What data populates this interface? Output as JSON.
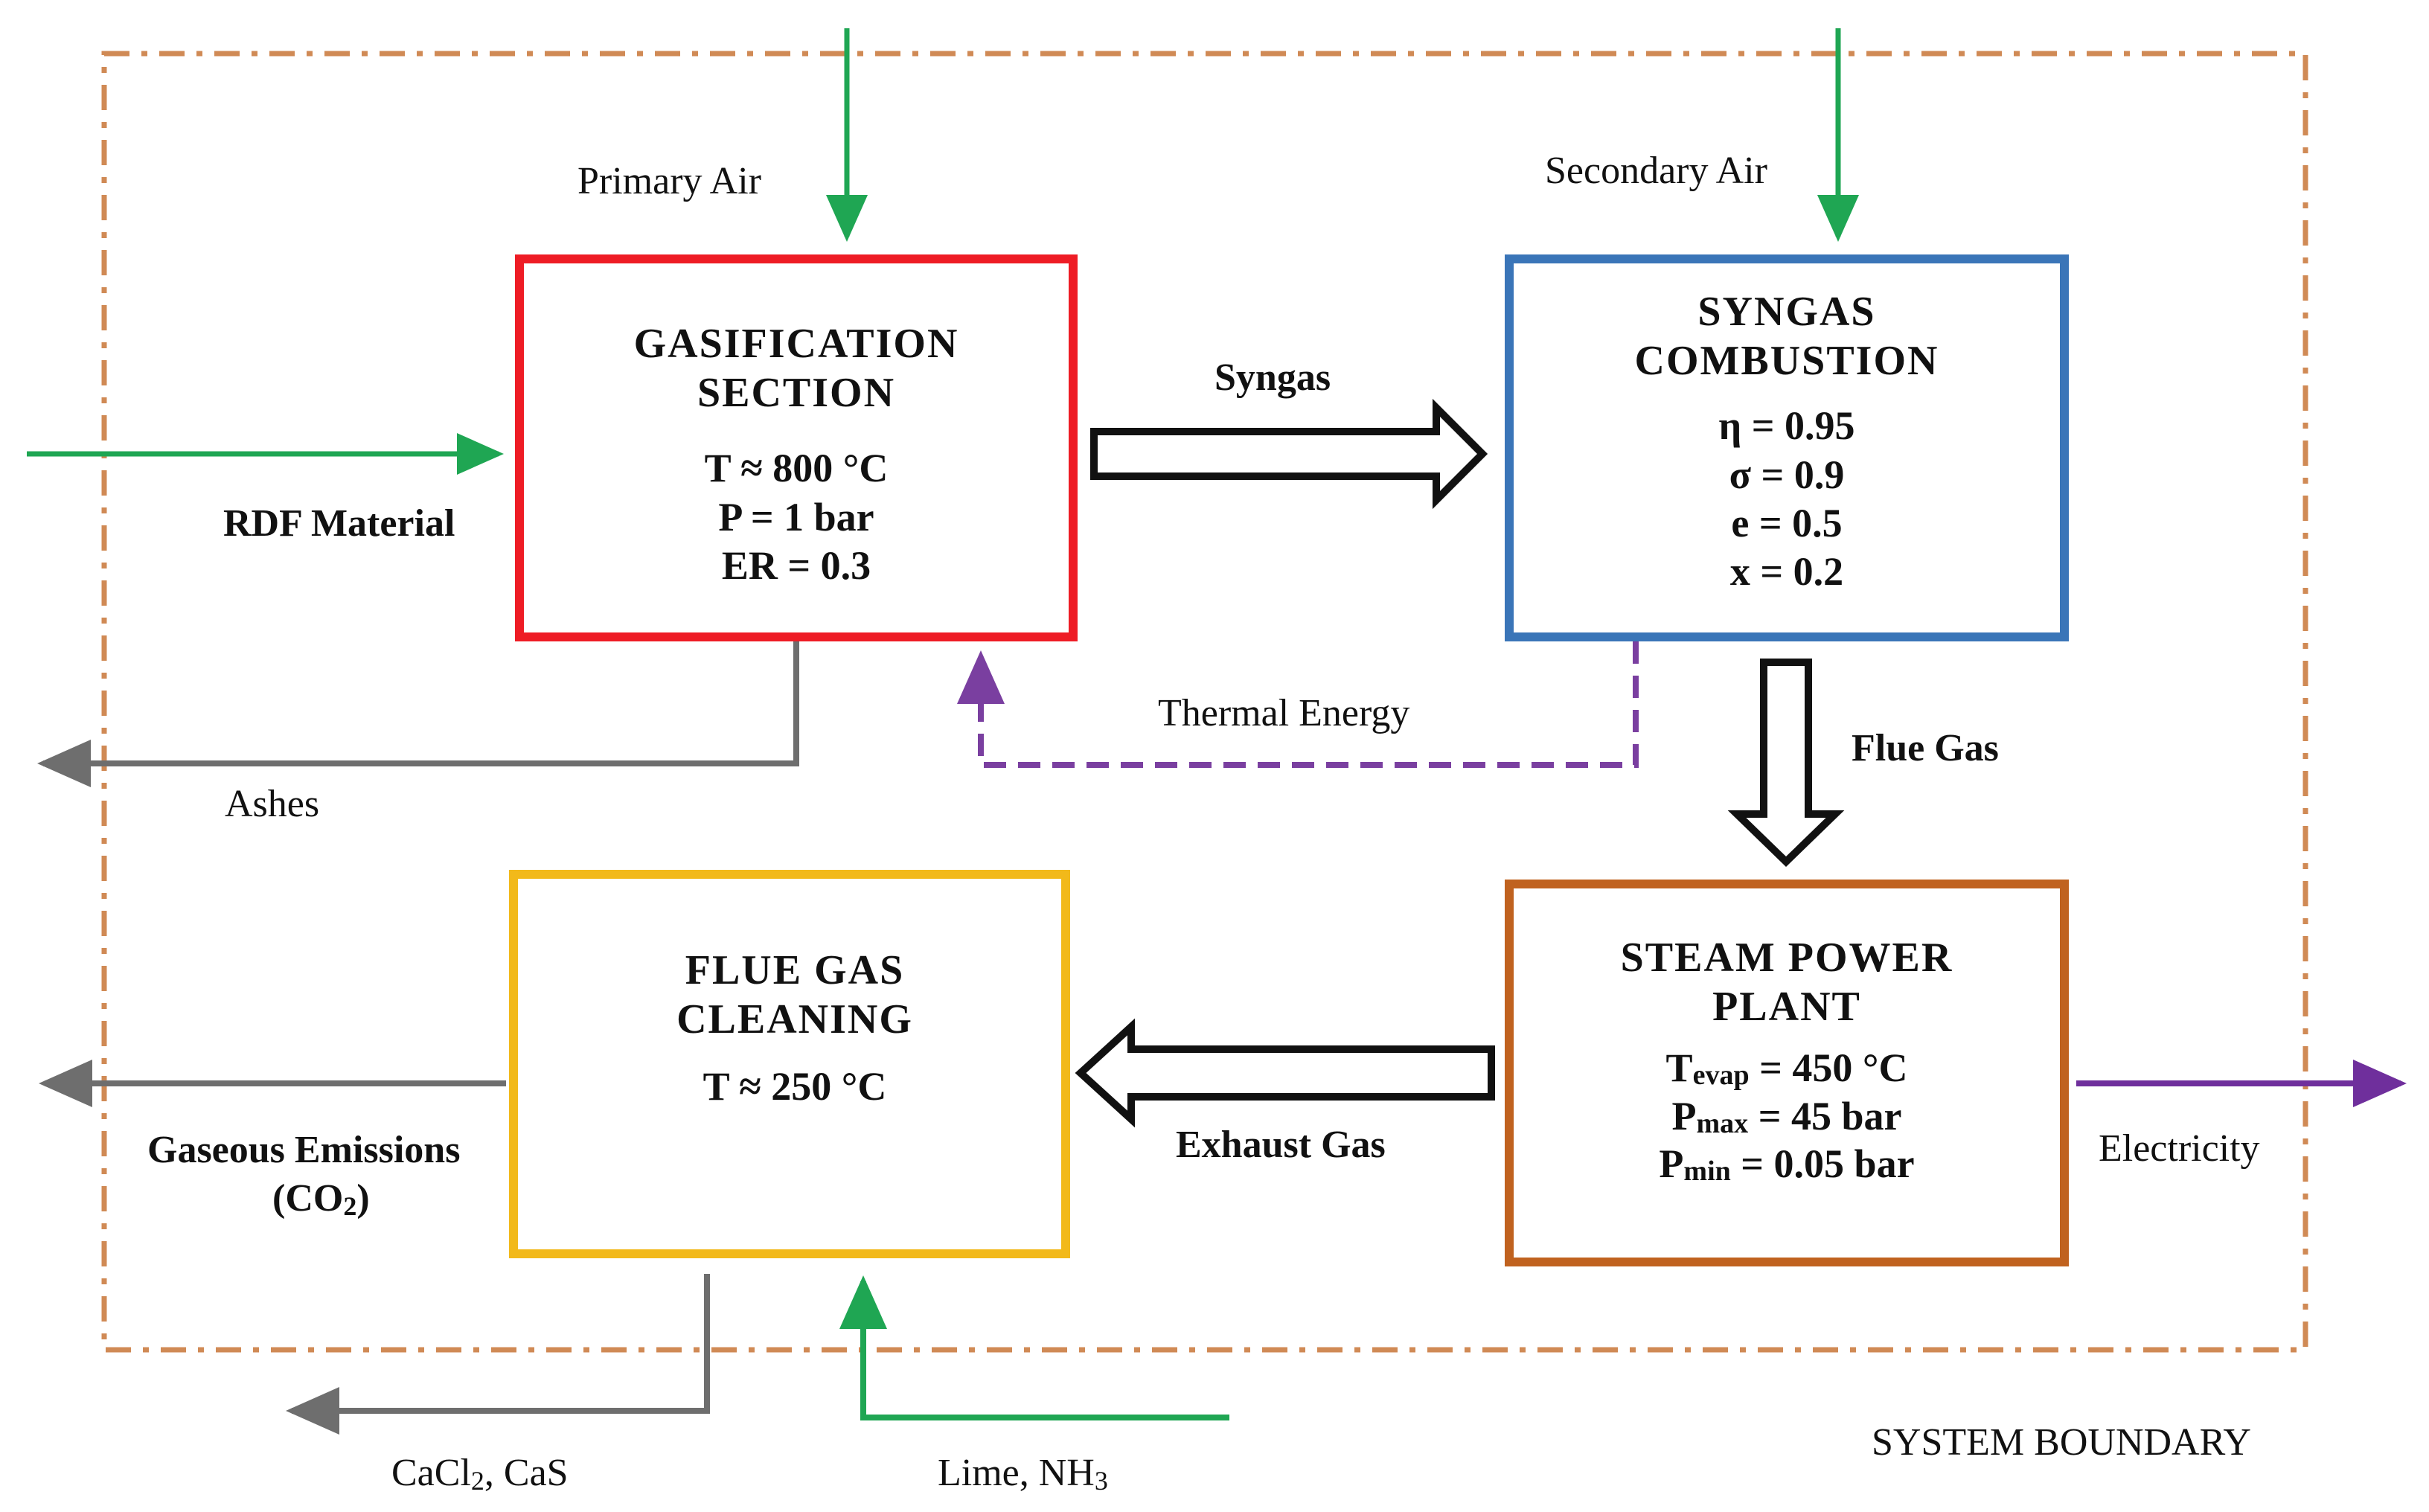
{
  "colors": {
    "gasification_border": "#ee1c25",
    "combustion_border": "#3a75b8",
    "steam_border": "#c0621f",
    "cleaning_border": "#f2b91a",
    "boundary": "#d08a55",
    "air_flow": "#1fa653",
    "ash_flow": "#6e6e6e",
    "thermal_flow": "#7a3fa0",
    "electricity_flow": "#6f2f9c"
  },
  "boxes": {
    "gasification": {
      "title_line1": "GASIFICATION",
      "title_line2": "SECTION",
      "params": [
        "T ≈ 800 °C",
        "P = 1 bar",
        "ER = 0.3"
      ]
    },
    "combustion": {
      "title_line1": "SYNGAS",
      "title_line2": "COMBUSTION",
      "params": [
        "η = 0.95",
        "σ = 0.9",
        "e = 0.5",
        "x = 0.2"
      ]
    },
    "steam": {
      "title_line1": "STEAM POWER",
      "title_line2": "PLANT",
      "params": [
        {
          "sym": "T",
          "sub": "evap",
          "rest": " = 450 °C"
        },
        {
          "sym": "P",
          "sub": "max",
          "rest": " = 45 bar"
        },
        {
          "sym": "P",
          "sub": "min",
          "rest": " = 0.05 bar"
        }
      ]
    },
    "cleaning": {
      "title_line1": "FLUE GAS",
      "title_line2": "CLEANING",
      "params": [
        "T ≈ 250 °C"
      ]
    }
  },
  "flows": {
    "primary_air": "Primary Air",
    "secondary_air": "Secondary Air",
    "rdf_material": "RDF Material",
    "syngas": "Syngas",
    "thermal_energy": "Thermal Energy",
    "ashes": "Ashes",
    "flue_gas": "Flue Gas",
    "exhaust_gas": "Exhaust Gas",
    "electricity": "Electricity",
    "gaseous_emissions_line1": "Gaseous Emissions",
    "gaseous_emissions_line2": {
      "pre": "(CO",
      "sub": "2",
      "post": ")"
    },
    "cacl2_cas": {
      "a": "CaCl",
      "a_sub": "2",
      "b": ", CaS"
    },
    "lime_nh3": {
      "a": "Lime, NH",
      "a_sub": "3"
    }
  },
  "system_boundary": "SYSTEM BOUNDARY"
}
